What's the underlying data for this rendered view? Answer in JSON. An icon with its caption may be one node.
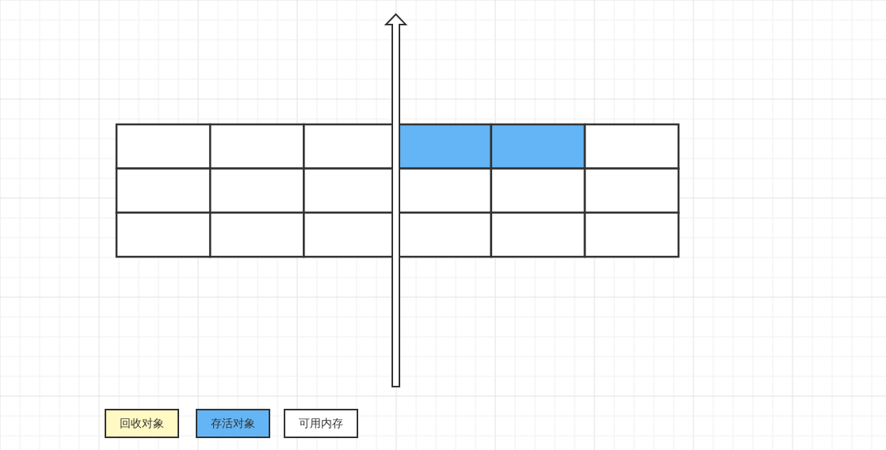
{
  "diagram": {
    "legend": [
      {
        "text": "回收对象",
        "color": "#fff9c4"
      },
      {
        "text": "存活对象",
        "color": "#63b5f5"
      },
      {
        "text": "可用内存",
        "color": "#ffffff"
      }
    ]
  }
}
